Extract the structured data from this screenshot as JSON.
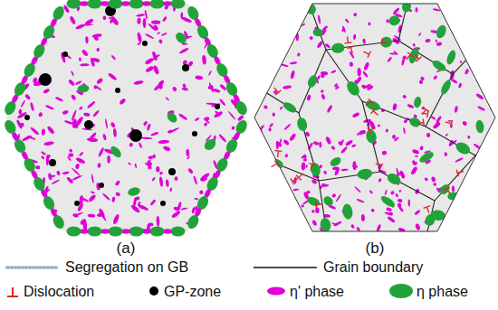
{
  "diagram": {
    "labels": [
      "(a)",
      "(b)"
    ],
    "legend": [
      {
        "text": "Segregation on GB"
      },
      {
        "text": "Grain boundary"
      },
      {
        "text": "Dislocation"
      },
      {
        "text": "GP-zone"
      },
      {
        "text": "η' phase"
      },
      {
        "text": "η phase"
      }
    ]
  }
}
